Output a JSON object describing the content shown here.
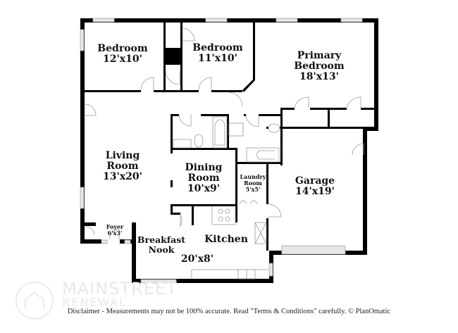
{
  "floorplan": {
    "rooms": [
      {
        "id": "bedroom-2",
        "name": "Bedroom",
        "size": "12'x10'"
      },
      {
        "id": "bedroom-3",
        "name": "Bedroom",
        "size": "11'x10'"
      },
      {
        "id": "primary-bedroom",
        "name_line1": "Primary",
        "name_line2": "Bedroom",
        "size": "18'x13'"
      },
      {
        "id": "living-room",
        "name_line1": "Living",
        "name_line2": "Room",
        "size": "13'x20'"
      },
      {
        "id": "dining-room",
        "name_line1": "Dining",
        "name_line2": "Room",
        "size": "10'x9'"
      },
      {
        "id": "laundry-room",
        "name_line1": "Laundry",
        "name_line2": "Room",
        "size": "5'x5'"
      },
      {
        "id": "garage",
        "name": "Garage",
        "size": "14'x19'"
      },
      {
        "id": "foyer",
        "name": "Foyer",
        "size": "6'x3'"
      },
      {
        "id": "breakfast-nook",
        "name_line1": "Breakfast",
        "name_line2": "Nook"
      },
      {
        "id": "kitchen",
        "name": "Kitchen",
        "size": "20'x8'"
      }
    ]
  },
  "watermark": {
    "brand_line1": "MAINSTREET",
    "brand_line2": "RENEWAL"
  },
  "disclaimer": "Disclaimer - Measurements may not be 100% accurate. Read \"Terms & Conditions\" carefully. © PlanOmatic",
  "colors": {
    "wall": "#000000",
    "fixture_line": "#9a9a9a",
    "window_fill": "#e6e6e6",
    "watermark": "#e9e9e9"
  }
}
